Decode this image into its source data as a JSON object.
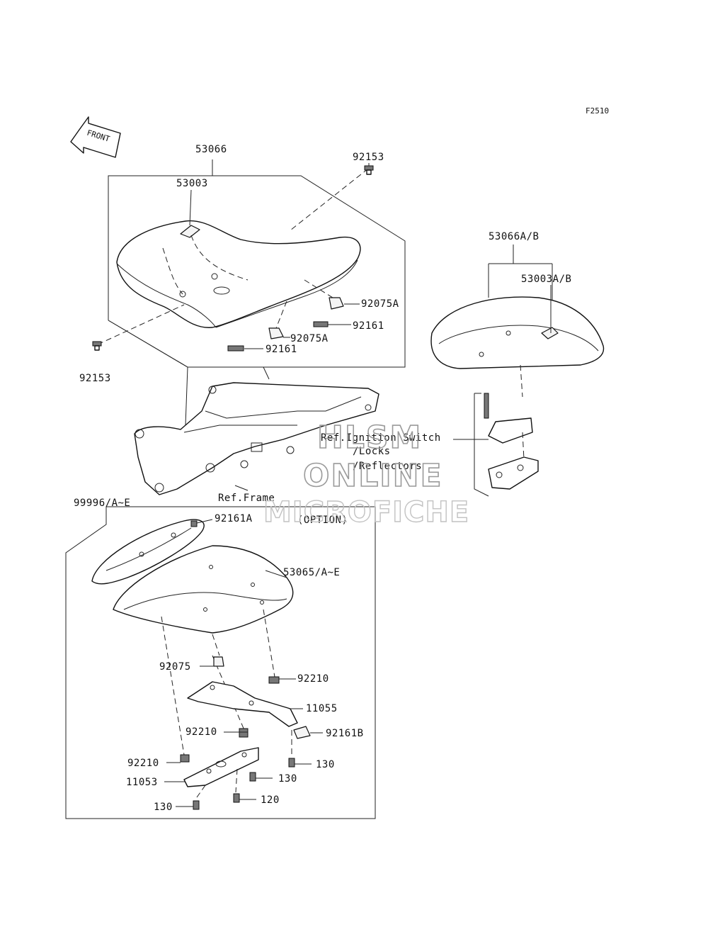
{
  "diagram": {
    "code": "F2510",
    "front_arrow_text": "FRONT",
    "watermark": {
      "line1": "HLSM",
      "line2": "ONLINE",
      "line3": "MICROFICHE"
    },
    "labels": {
      "p53066": "53066",
      "p53003": "53003",
      "p92153_top": "92153",
      "p92153_left": "92153",
      "p92075A_1": "92075A",
      "p92075A_2": "92075A",
      "p92161_1": "92161",
      "p92161_2": "92161",
      "p53066AB": "53066A/B",
      "p53003AB": "53003A/B",
      "ref_ignition_1": "Ref.Ignition Switch",
      "ref_ignition_2": "/Locks",
      "ref_ignition_3": "/Reflectors",
      "ref_frame": "Ref.Frame",
      "p99996": "99996/A~E",
      "option": "(OPTION)",
      "p92161A": "92161A",
      "p53065": "53065/A~E",
      "p92075": "92075",
      "p92210_1": "92210",
      "p11055": "11055",
      "p92210_2": "92210",
      "p92161B": "92161B",
      "p92210_3": "92210",
      "p130_1": "130",
      "p11053": "11053",
      "p130_2": "130",
      "p130_3": "130",
      "p120": "120"
    }
  }
}
